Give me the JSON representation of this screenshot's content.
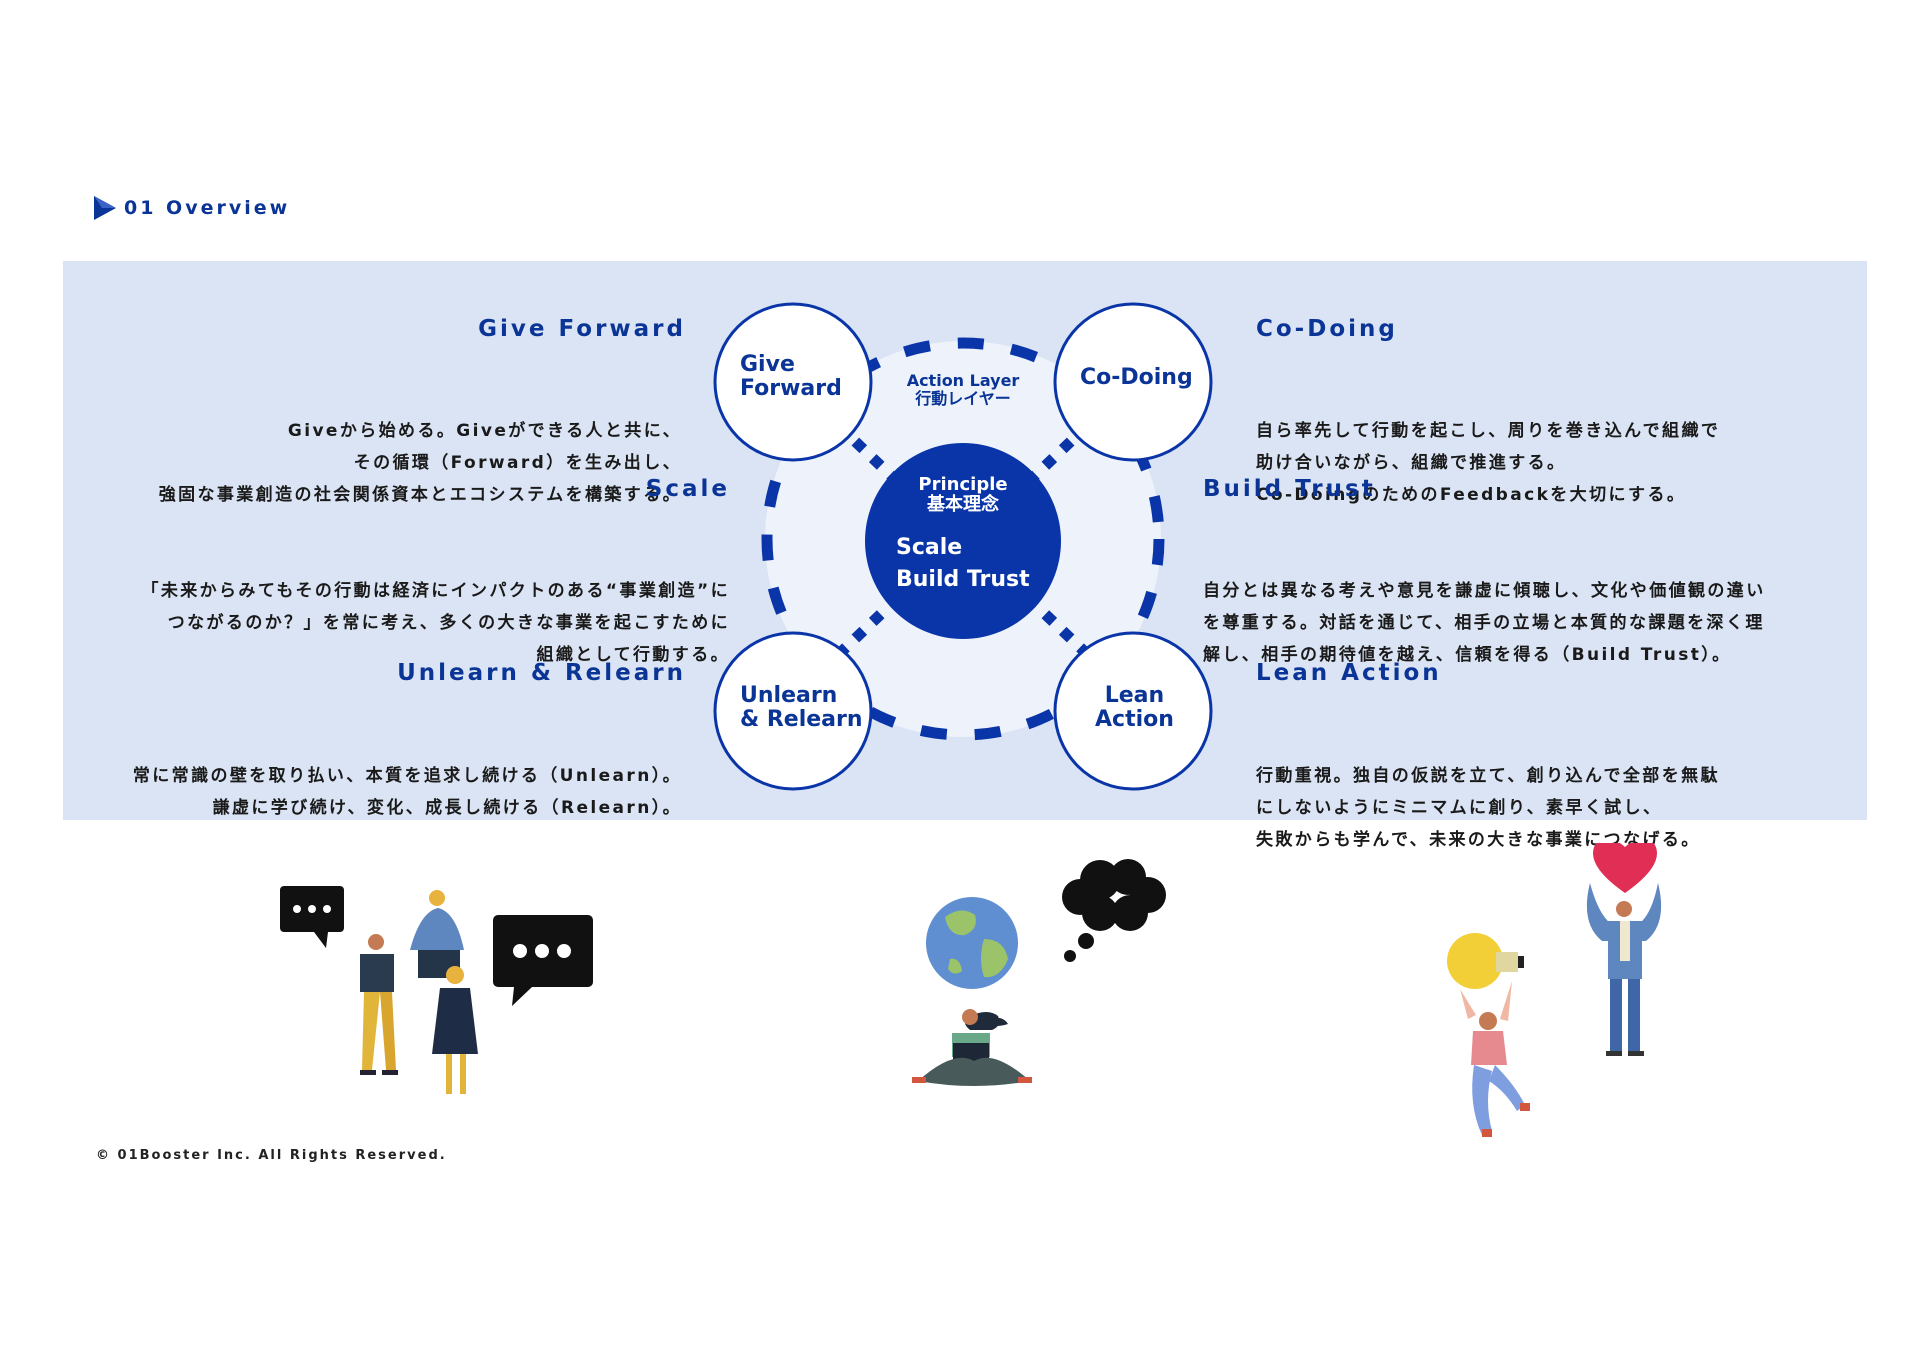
{
  "header": {
    "title": "01 Overview"
  },
  "left_items": [
    {
      "heading": "Give Forward",
      "lines": [
        "Giveから始める。Giveができる人と共に、",
        "その循環（Forward）を生み出し、",
        "強固な事業創造の社会関係資本とエコシステムを構築する。"
      ]
    },
    {
      "heading": "Scale",
      "lines": [
        "「未来からみてもその行動は経済にインパクトのある“事業創造”に",
        "つながるのか？」を常に考え、多くの大きな事業を起こすために",
        "組織として行動する。"
      ]
    },
    {
      "heading": "Unlearn & Relearn",
      "lines": [
        "常に常識の壁を取り払い、本質を追求し続ける（Unlearn）。",
        "謙虚に学び続け、変化、成長し続ける（Relearn）。"
      ]
    }
  ],
  "right_items": [
    {
      "heading": "Co-Doing",
      "lines": [
        "自ら率先して行動を起こし、周りを巻き込んで組織で",
        "助け合いながら、組織で推進する。",
        "Co-DoingのためのFeedbackを大切にする。"
      ]
    },
    {
      "heading": "Build Trust",
      "lines": [
        "自分とは異なる考えや意見を謙虚に傾聴し、文化や価値観の違い",
        "を尊重する。対話を通じて、相手の立場と本質的な課題を深く理",
        "解し、相手の期待値を越え、信頼を得る（Build Trust）。"
      ]
    },
    {
      "heading": "Lean Action",
      "lines": [
        "行動重視。独自の仮説を立て、創り込んで全部を無駄",
        "にしないようにミニマムに創り、素早く試し、",
        "失敗からも学んで、未来の大きな事業につなげる。"
      ]
    }
  ],
  "diagram": {
    "action_layer": [
      "Action Layer",
      "行動レイヤー"
    ],
    "center": {
      "principle": [
        "Principle",
        "基本理念"
      ],
      "values": [
        "Scale",
        "Build Trust"
      ]
    },
    "circles": {
      "give_forward": [
        "Give",
        "Forward"
      ],
      "co_doing": [
        "Co-Doing"
      ],
      "unlearn_relearn": [
        "Unlearn",
        "& Relearn"
      ],
      "lean_action": [
        "Lean",
        "Action"
      ]
    }
  },
  "footer": {
    "copyright": "© 01Booster Inc. All Rights Reserved."
  },
  "colors": {
    "brand_blue": "#0a3596",
    "band": "#dbe4f4",
    "ring_fill": "#eef2fa",
    "center_fill": "#0a35a8"
  },
  "illustrations": [
    "people-chat-illustration",
    "globe-meditation-illustration",
    "lightbulb-heart-illustration"
  ]
}
